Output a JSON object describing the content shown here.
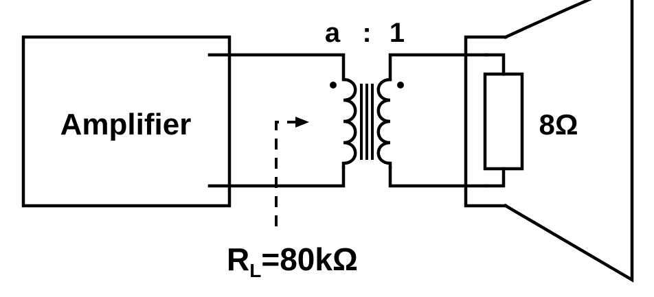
{
  "amplifier": {
    "label": "Amplifier"
  },
  "transformer": {
    "turns_ratio_primary": "a",
    "turns_ratio_colon": ":",
    "turns_ratio_secondary": "1"
  },
  "speaker": {
    "resistor_label": "8Ω"
  },
  "load": {
    "label_main": "R",
    "label_subscript": "L",
    "label_value": "=80kΩ"
  }
}
